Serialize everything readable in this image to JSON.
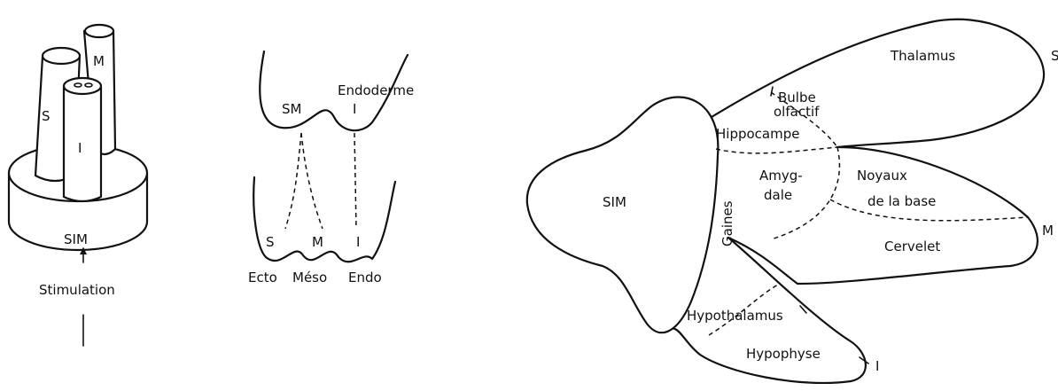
{
  "left_figure": {
    "cylinder_s": "S",
    "cylinder_m": "M",
    "cylinder_i": "I",
    "base": "SIM",
    "input": "Stimulation"
  },
  "middle_figure": {
    "upper_sm": "SM",
    "upper_i": "I",
    "endoderme": "Endoderme",
    "lower_s": "S",
    "lower_m": "M",
    "lower_i": "I",
    "ecto": "Ecto",
    "meso": "Méso",
    "endo": "Endo"
  },
  "right_figure": {
    "sim": "SIM",
    "gaines": "Gaines",
    "thalamus": "Thalamus",
    "s": "S",
    "bulbe": "Bulbe",
    "olfactif": "olfactif",
    "hippocampe": "Hippocampe",
    "amyg": "Amyg-",
    "dale": "dale",
    "noyaux": "Noyaux",
    "de_la_base": "de la base",
    "cervelet": "Cervelet",
    "m": "M",
    "hypothalamus": "Hypothalamus",
    "hypophyse": "Hypophyse",
    "i": "I"
  }
}
